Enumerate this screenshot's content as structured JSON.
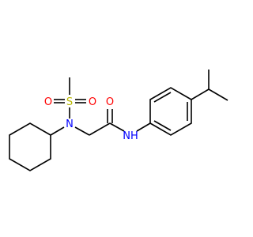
{
  "colors": {
    "bond": "#000000",
    "sulfur": "#b8b800",
    "oxygen": "#ff0000",
    "nitrogen": "#0000ff"
  },
  "atoms": {
    "sulfur": "S",
    "oxygen_left": "O",
    "oxygen_right": "O",
    "nitrogen_sulfonamide": "N",
    "oxygen_carbonyl": "O",
    "nitrogen_amide": "NH"
  }
}
